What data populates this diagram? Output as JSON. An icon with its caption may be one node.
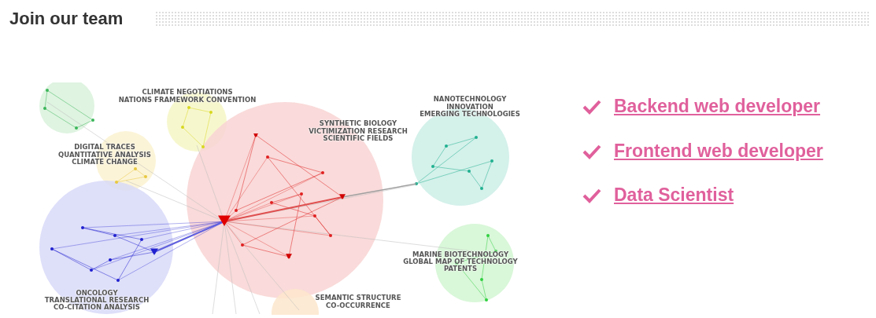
{
  "diagram": {
    "title": "Join our team",
    "nodes": [
      {
        "text": [],
        "shape": "bar"
      }
    ],
    "labels": [
      "CLIMATE NEGOTIATIONS",
      "NATIONS FRAMEWORK CONVENTION",
      "NANOTECHNOLOGY",
      "INNOVATION",
      "EMERGING TECHNOLOGIES",
      "SYNTHETIC BIOLOGY",
      "VICTIMIZATION RESEARCH",
      "SCIENTIFIC FIELDS",
      "DIGITAL TRACES",
      "QUANTITATIVE ANALYSIS",
      "CLIMATE CHANGE",
      "MARINE BIOTECHNOLOGY",
      "GLOBAL MAP OF TECHNOLOGY",
      "PATENTS",
      "ONCOLOGY",
      "TRANSLATIONAL RESEARCH",
      "CO-CITATION ANALYSIS",
      "SEMANTIC STRUCTURE",
      "CO-OCCURRENCE",
      "Backend web developer",
      "Frontend web developer",
      "Data Scientist"
    ]
  }
}
